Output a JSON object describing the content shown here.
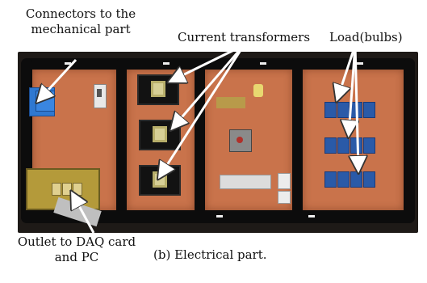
{
  "annotations": {
    "connectors": "Connectors to the mechanical part",
    "current_transformers": "Current transformers",
    "load": "Load(bulbs)",
    "outlet": "Outlet to DAQ card and PC"
  },
  "caption": "(b) Electrical part.",
  "colors": {
    "board": "#c9734b",
    "wire": "#0c0c0c",
    "arrow": "#ffffff"
  }
}
